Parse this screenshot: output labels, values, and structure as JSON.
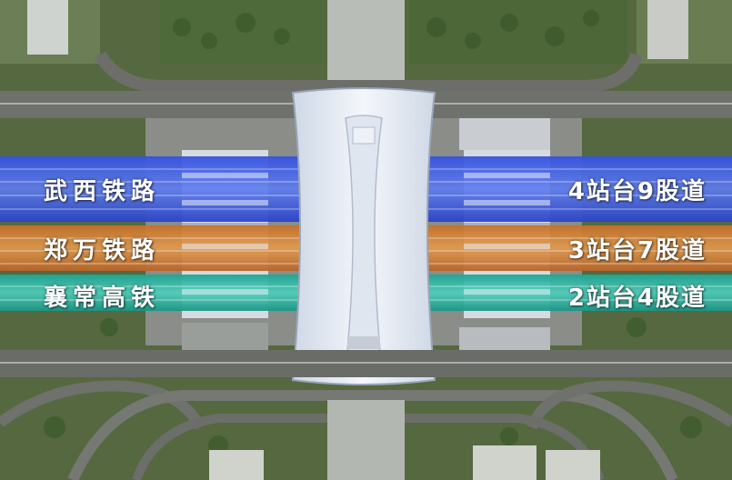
{
  "lines": [
    {
      "name": "武西铁路",
      "capacity": "4站台9股道",
      "color": "#2f4fd8"
    },
    {
      "name": "郑万铁路",
      "capacity": "3站台7股道",
      "color": "#d27a2a"
    },
    {
      "name": "襄常高铁",
      "capacity": "2站台4股道",
      "color": "#21b3a0"
    }
  ]
}
